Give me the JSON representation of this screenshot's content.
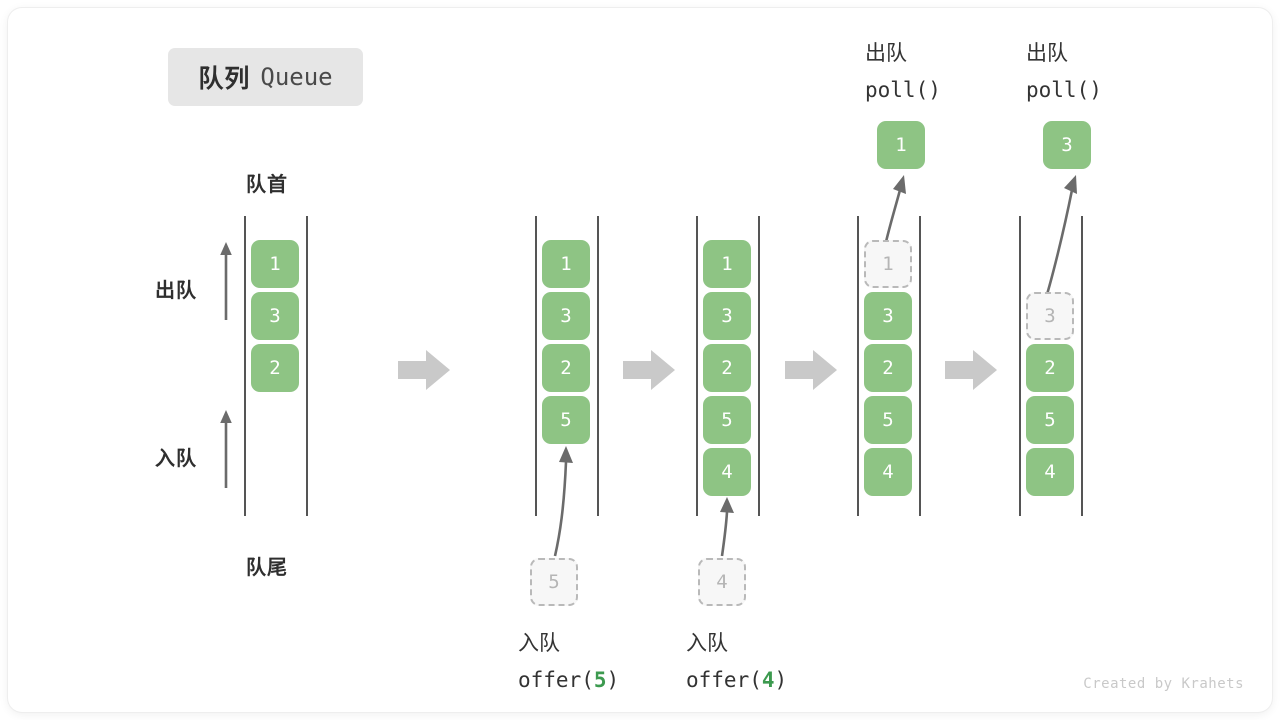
{
  "title": {
    "cn": "队列",
    "en": "Queue"
  },
  "anchors": {
    "head": "队首",
    "tail": "队尾",
    "dequeue": "出队",
    "enqueue": "入队"
  },
  "colors": {
    "element_green": "#8ec484",
    "ghost_fill": "#f7f7f7",
    "ghost_border": "#b9b9b9",
    "rail": "#555555",
    "arrow_gray": "#6b6b6b",
    "step_arrow": "#c9c9c9",
    "badge_bg": "#e6e6e6",
    "accent_green_text": "#3c9a4f"
  },
  "stages": [
    {
      "name": "initial",
      "cells": [
        {
          "value": "1",
          "ghost": false
        },
        {
          "value": "3",
          "ghost": false
        },
        {
          "value": "2",
          "ghost": false
        }
      ],
      "caption": null
    },
    {
      "name": "after-offer-5",
      "cells": [
        {
          "value": "1",
          "ghost": false
        },
        {
          "value": "3",
          "ghost": false
        },
        {
          "value": "2",
          "ghost": false
        },
        {
          "value": "5",
          "ghost": false
        }
      ],
      "incoming": {
        "value": "5",
        "ghost": true
      },
      "caption": {
        "cn": "入队",
        "fn_pre": "offer(",
        "arg": "5",
        "fn_post": ")"
      }
    },
    {
      "name": "after-offer-4",
      "cells": [
        {
          "value": "1",
          "ghost": false
        },
        {
          "value": "3",
          "ghost": false
        },
        {
          "value": "2",
          "ghost": false
        },
        {
          "value": "5",
          "ghost": false
        },
        {
          "value": "4",
          "ghost": false
        }
      ],
      "incoming": {
        "value": "4",
        "ghost": true
      },
      "caption": {
        "cn": "入队",
        "fn_pre": "offer(",
        "arg": "4",
        "fn_post": ")"
      }
    },
    {
      "name": "after-poll-1",
      "cells": [
        {
          "value": "1",
          "ghost": true
        },
        {
          "value": "3",
          "ghost": false
        },
        {
          "value": "2",
          "ghost": false
        },
        {
          "value": "5",
          "ghost": false
        },
        {
          "value": "4",
          "ghost": false
        }
      ],
      "outgoing": {
        "value": "1",
        "ghost": false
      },
      "header": {
        "cn": "出队",
        "fn": "poll()"
      }
    },
    {
      "name": "after-poll-3",
      "cells": [
        {
          "value": "",
          "ghost": false,
          "empty": true
        },
        {
          "value": "3",
          "ghost": true
        },
        {
          "value": "2",
          "ghost": false
        },
        {
          "value": "5",
          "ghost": false
        },
        {
          "value": "4",
          "ghost": false
        }
      ],
      "outgoing": {
        "value": "3",
        "ghost": false
      },
      "header": {
        "cn": "出队",
        "fn": "poll()"
      }
    }
  ],
  "watermark": "Created by Krahets"
}
